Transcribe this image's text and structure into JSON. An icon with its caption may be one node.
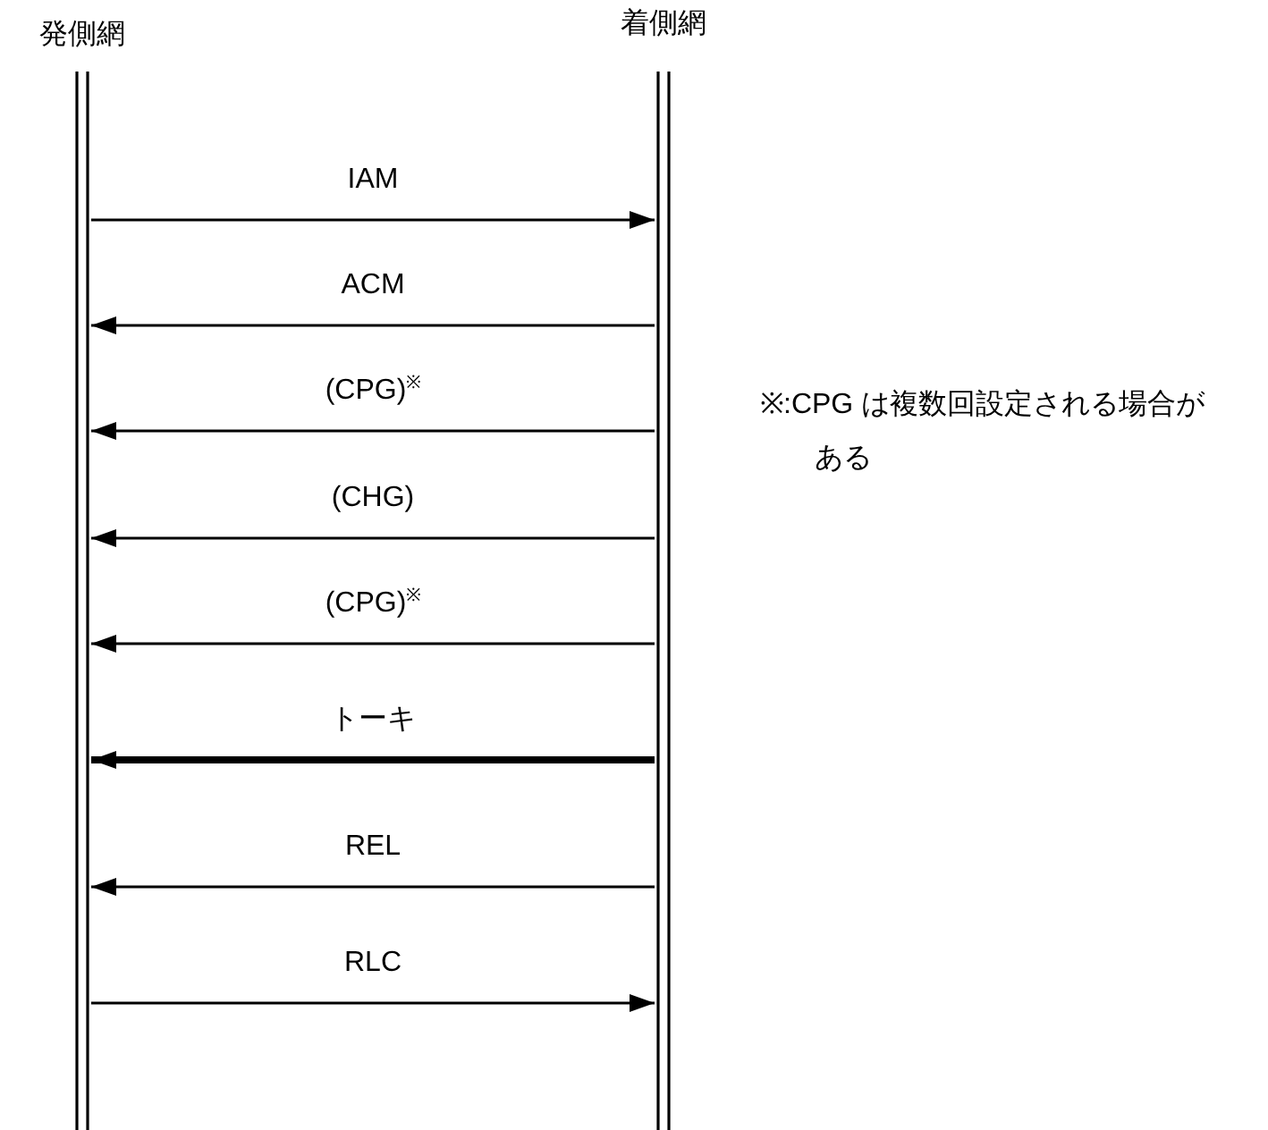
{
  "diagram": {
    "nodes": [
      {
        "text": [
          "発側網"
        ]
      },
      {
        "text": [
          "着側網"
        ]
      }
    ],
    "edges": [
      {
        "from": 0,
        "to": 1,
        "arrow": "to",
        "label": "IAM"
      },
      {
        "from": 1,
        "to": 0,
        "arrow": "to",
        "label": "ACM"
      },
      {
        "from": 1,
        "to": 0,
        "arrow": "to",
        "label": "(CPG)$^{※}$"
      },
      {
        "from": 1,
        "to": 0,
        "arrow": "to",
        "label": "(CHG)"
      },
      {
        "from": 1,
        "to": 0,
        "arrow": "to",
        "label": "(CPG)$^{※}$"
      },
      {
        "from": 1,
        "to": 0,
        "arrow": "to",
        "label": "トーキ",
        "style": "thick"
      },
      {
        "from": 1,
        "to": 0,
        "arrow": "to",
        "label": "REL"
      },
      {
        "from": 0,
        "to": 1,
        "arrow": "to",
        "label": "RLC"
      }
    ],
    "labels": [
      "※:CPG は複数回設定される場合がある"
    ]
  }
}
